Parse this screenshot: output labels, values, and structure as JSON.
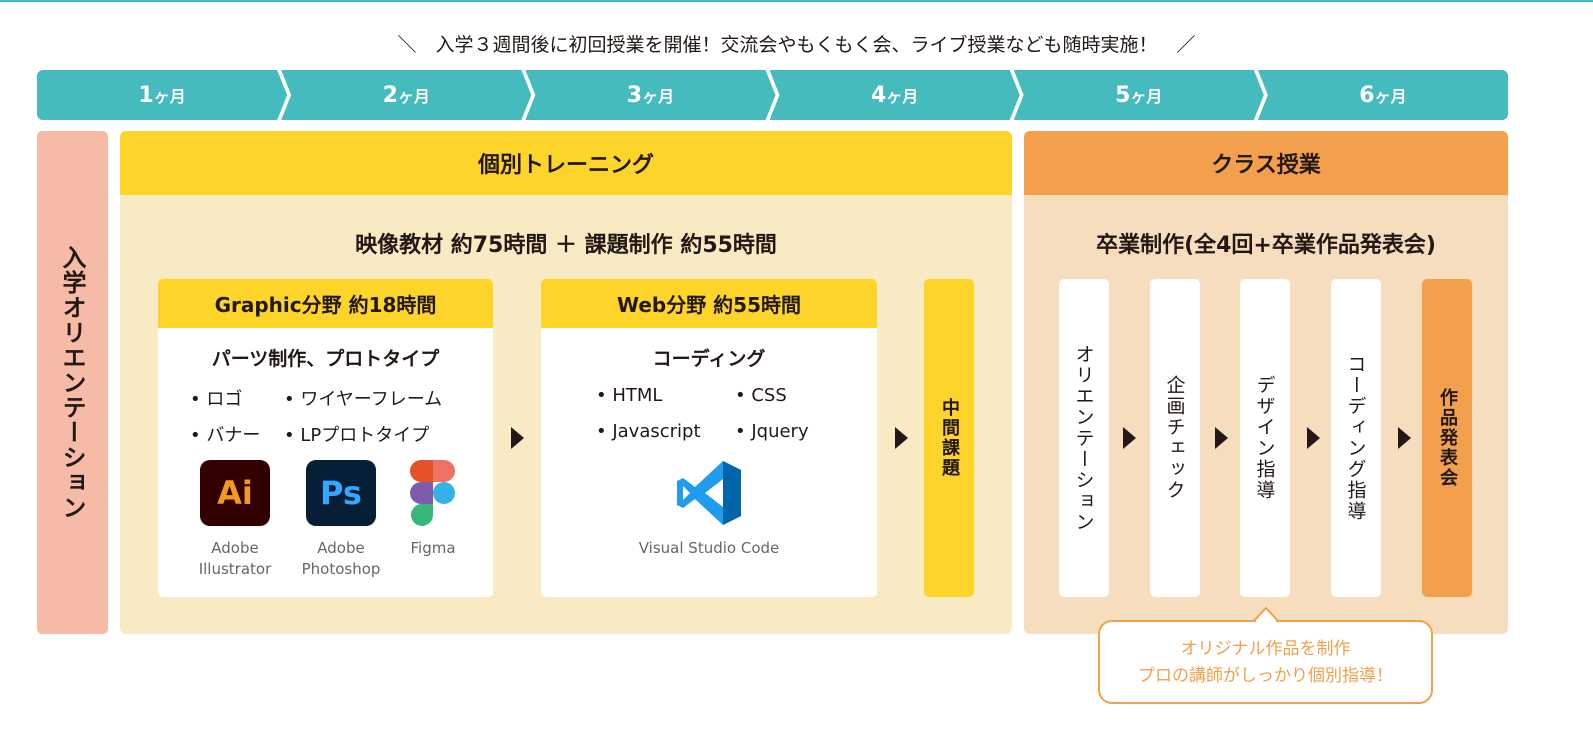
{
  "subtitle": "＼　入学３週間後に初回授業を開催！交流会やもくもく会、ライブ授業なども随時実施！　／",
  "months": [
    {
      "num": "1",
      "unit": "ヶ月"
    },
    {
      "num": "2",
      "unit": "ヶ月"
    },
    {
      "num": "3",
      "unit": "ヶ月"
    },
    {
      "num": "4",
      "unit": "ヶ月"
    },
    {
      "num": "5",
      "unit": "ヶ月"
    },
    {
      "num": "6",
      "unit": "ヶ月"
    }
  ],
  "orientation": "入学オリエンテーション",
  "training": {
    "title": "個別トレーニング",
    "summary": "映像教材 約75時間 ＋ 課題制作 約55時間",
    "graphic": {
      "title": "Graphic分野 約18時間",
      "subtitle": "パーツ制作、プロトタイプ",
      "items": [
        "• ロゴ",
        "• ワイヤーフレーム",
        "• バナー",
        "• LPプロトタイプ"
      ],
      "apps": [
        {
          "icon": "Ai",
          "label1": "Adobe",
          "label2": "Illustrator"
        },
        {
          "icon": "Ps",
          "label1": "Adobe",
          "label2": "Photoshop"
        },
        {
          "label1": "Figma"
        }
      ]
    },
    "web": {
      "title": "Web分野 約55時間",
      "subtitle": "コーディング",
      "items": [
        "• HTML",
        "• CSS",
        "• Javascript",
        "• Jquery"
      ],
      "app": "Visual Studio Code"
    },
    "midterm": "中間課題"
  },
  "class": {
    "title": "クラス授業",
    "summary": "卒業制作(全4回+卒業作品発表会)",
    "steps": [
      "オリエンテーション",
      "企画チェック",
      "デザイン指導",
      "コーディング指導",
      "作品発表会"
    ]
  },
  "callout": {
    "line1": "オリジナル作品を制作",
    "line2": "プロの講師がしっかり個別指導！"
  },
  "colors": {
    "teal": "#45bbbd",
    "yellow": "#fdd42a",
    "orange": "#f2a04b",
    "pink": "#f5bba6"
  }
}
